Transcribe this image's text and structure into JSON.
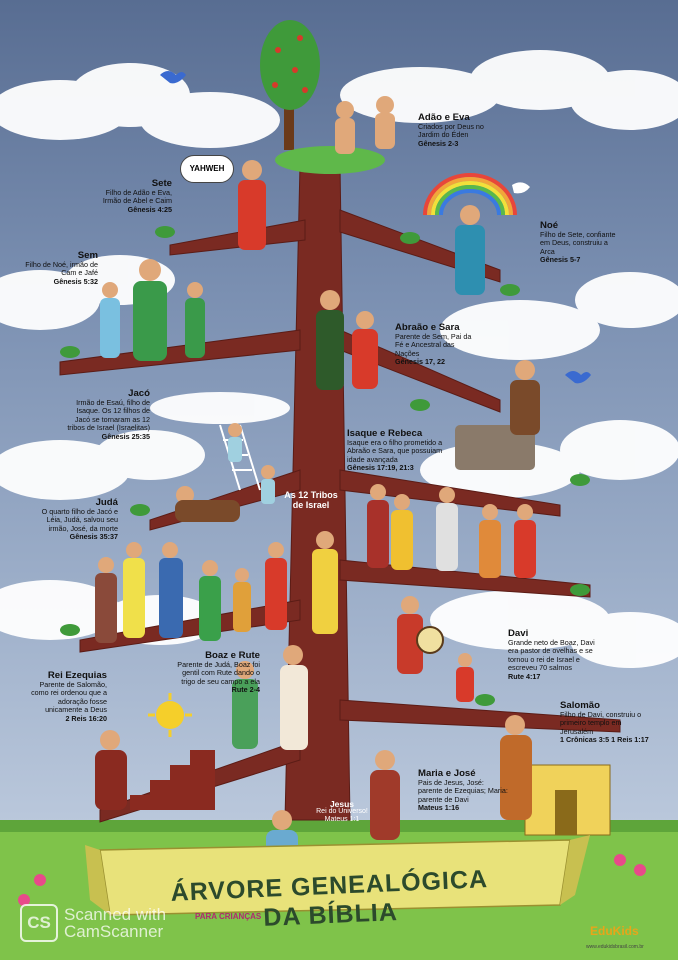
{
  "title": {
    "main": "ÁRVORE GENEALÓGICA DA BÍBLIA",
    "sub": "PARA CRIANÇAS"
  },
  "speech_bubble": "YAHWEH",
  "tribes_label": "As 12 Tribos de Israel",
  "brand": {
    "name": "EduKids",
    "url": "www.edukidsbrasil.com.br"
  },
  "watermark": {
    "line1": "Scanned with",
    "line2": "CamScanner",
    "logo": "CS"
  },
  "people": {
    "adao": {
      "name": "Adão e Eva",
      "desc": "Criados por Deus no Jardim do Éden",
      "ref": "Gênesis 2-3"
    },
    "sete": {
      "name": "Sete",
      "desc": "Filho de Adão e Eva, Irmão de Abel e Caim",
      "ref": "Gênesis 4:25"
    },
    "noe": {
      "name": "Noé",
      "desc": "Filho de Sete, confiante em Deus, construiu a Arca",
      "ref": "Gênesis 5-7"
    },
    "sem": {
      "name": "Sem",
      "desc": "Filho de Noé, irmão de Cam e Jafé",
      "ref": "Gênesis 5:32"
    },
    "abraao": {
      "name": "Abraão e Sara",
      "desc": "Parente de Sem, Pai da Fé e Ancestral das Nações",
      "ref": "Gênesis 17, 22"
    },
    "jaco": {
      "name": "Jacó",
      "desc": "Irmão de Esaú, filho de Isaque. Os 12 filhos de Jacó se tornaram as 12 tribos de Israel (Israelitas)",
      "ref": "Gênesis 25:35"
    },
    "isaque": {
      "name": "Isaque e Rebeca",
      "desc": "Isaque era o filho prometido a Abraão e Sara, que possuiam idade avançada",
      "ref": "Gênesis 17:19, 21:3"
    },
    "juda": {
      "name": "Judá",
      "desc": "O quarto filho de Jacó e Léia, Judá, salvou seu irmão, José, da morte",
      "ref": "Gênesis 35:37"
    },
    "davi": {
      "name": "Davi",
      "desc": "Grande neto de Boaz, Davi era pastor de ovelhas e se tornou o rei de Israel e escreveu 70 salmos",
      "ref": "Rute 4:17"
    },
    "boaz": {
      "name": "Boaz e Rute",
      "desc": "Parente de Judá, Boaz foi gentil com Rute dando o trigo de seu campo a ela",
      "ref": "Rute 2-4"
    },
    "ezequias": {
      "name": "Rei Ezequias",
      "desc": "Parente de Salomão, como rei ordenou que a adoração fosse unicamente a Deus",
      "ref": "2 Reis 16:20"
    },
    "salomao": {
      "name": "Salomão",
      "desc": "Filho de Davi, construiu o primeiro templo em Jerusalém",
      "ref": "1 Crônicas 3:5 1 Reis 1:17"
    },
    "maria": {
      "name": "Maria e José",
      "desc": "Pais de Jesus, José: parente de Ezequias; Maria: parente de Davi",
      "ref": "Mateus 1:16"
    },
    "jesus": {
      "name": "Jesus",
      "desc": "Rei do Universo!",
      "ref": "Mateus 1:1"
    }
  },
  "colors": {
    "trunk": "#7a2a22",
    "leaf": "#3f9a3a",
    "cloud": "#ffffff",
    "banner": "#e8e27a"
  }
}
